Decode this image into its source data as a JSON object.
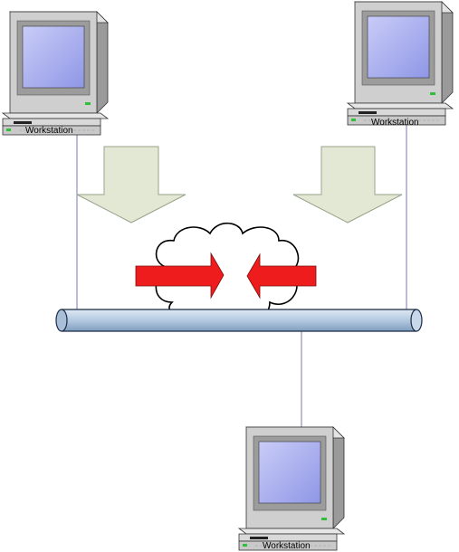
{
  "diagram": {
    "workstations": [
      {
        "id": "top-left",
        "label": "Workstation"
      },
      {
        "id": "top-right",
        "label": "Workstation"
      },
      {
        "id": "bottom",
        "label": "Workstation"
      }
    ],
    "colors": {
      "background": "#ffffff",
      "cable_line": "#7b78a8",
      "bus_fill": "#b8cde2",
      "bus_stroke": "#1a2a44",
      "big_arrow_fill": "#e3e8d5",
      "big_arrow_stroke": "#9aa38c",
      "red_arrow_fill": "#ee1c1c",
      "red_arrow_stroke": "#7a0f0f",
      "cloud_fill": "#ffffff",
      "cloud_stroke": "#000000",
      "monitor_body": "#c8c8c8",
      "monitor_dark": "#8c8c8c",
      "screen": "#a9b0f0"
    },
    "icons": [
      "workstation-icon",
      "cloud-icon",
      "down-arrow-icon",
      "collision-arrow-icon",
      "bus-cable"
    ]
  }
}
